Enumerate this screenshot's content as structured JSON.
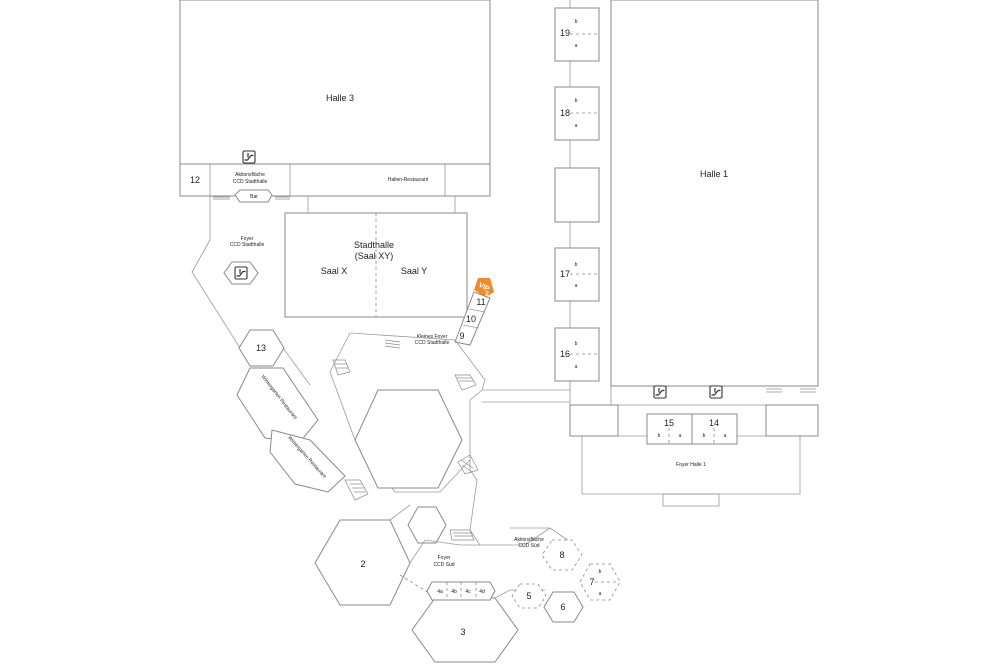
{
  "accent_color": "#f08a24",
  "halls": {
    "halle3": "Halle 3",
    "halle1": "Halle 1",
    "stadthalle_line1": "Stadthalle",
    "stadthalle_line2": "(Saal XY)",
    "saal_x": "Saal X",
    "saal_y": "Saal Y"
  },
  "areas": {
    "aktionsflaeche_stadthalle_line1": "Aktionsfläche",
    "aktionsflaeche_stadthalle_line2": "CCD Stadthalle",
    "hallen_restaurant": "Hallen-Restaurant",
    "bar": "Bar",
    "foyer_stadthalle_line1": "Foyer",
    "foyer_stadthalle_line2": "CCD Stadthalle",
    "kleines_foyer_line1": "Kleines Foyer",
    "kleines_foyer_line2": "CCD Stadthalle",
    "wintergarten_1": "Wintergarten Restaurant",
    "wintergarten_2": "Wintergarten Restaurant",
    "foyer_sued_line1": "Foyer",
    "foyer_sued_line2": "CCD Süd",
    "aktionsflaeche_sued_line1": "Aktionsfläche",
    "aktionsflaeche_sued_line2": "CCD Süd",
    "foyer_halle1": "Foyer Halle 1",
    "vip_line1": "VIP",
    "vip_line2": "2"
  },
  "rooms": {
    "r2": "2",
    "r3": "3",
    "r4a": "4a",
    "r4b": "4b",
    "r4c": "4c",
    "r4d": "4d",
    "r5": "5",
    "r6": "6",
    "r7": "7",
    "r7a": "a",
    "r7b": "b",
    "r8": "8",
    "r9": "9",
    "r10": "10",
    "r11": "11",
    "r12": "12",
    "r13": "13",
    "r14": "14",
    "r14a": "a",
    "r14b": "b",
    "r15": "15",
    "r15a": "a",
    "r15b": "b",
    "r16": "16",
    "r16a": "a",
    "r16b": "b",
    "r17": "17",
    "r17a": "a",
    "r17b": "b",
    "r18": "18",
    "r18a": "a",
    "r18b": "b",
    "r19": "19",
    "r19a": "a",
    "r19b": "b"
  },
  "icons": [
    "escalator-icon"
  ]
}
